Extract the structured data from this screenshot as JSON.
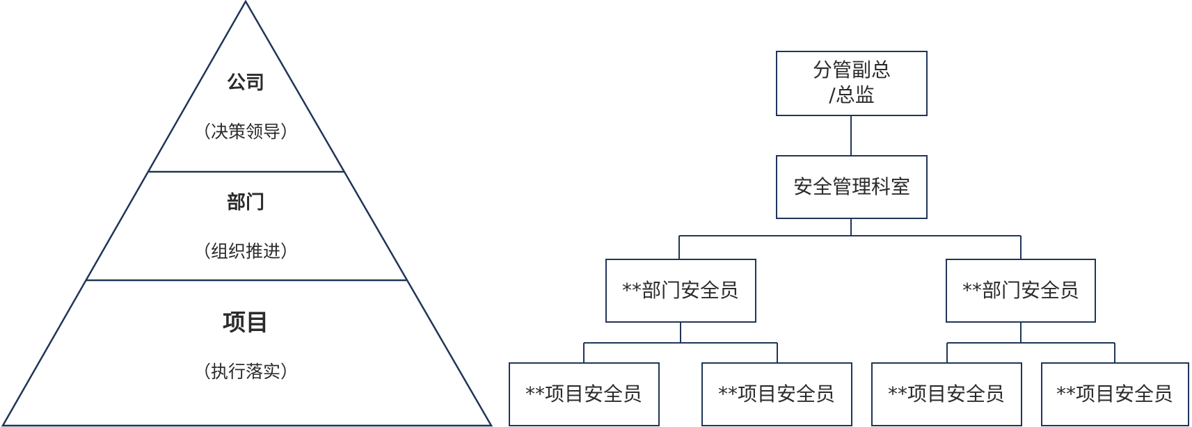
{
  "pyramid": {
    "levels": [
      {
        "title": "公司",
        "subtitle": "（决策领导）"
      },
      {
        "title": "部门",
        "subtitle": "（组织推进）"
      },
      {
        "title": "项目",
        "subtitle": "（执行落实）"
      }
    ]
  },
  "org_chart": {
    "top": {
      "line1": "分管副总",
      "line2": "/总监"
    },
    "office": "安全管理科室",
    "departments": [
      {
        "label": "**部门安全员",
        "projects": [
          "**项目安全员",
          "**项目安全员"
        ]
      },
      {
        "label": "**部门安全员",
        "projects": [
          "**项目安全员",
          "**项目安全员"
        ]
      }
    ]
  },
  "colors": {
    "stroke": "#1f3558",
    "text": "#2b2b2b"
  }
}
